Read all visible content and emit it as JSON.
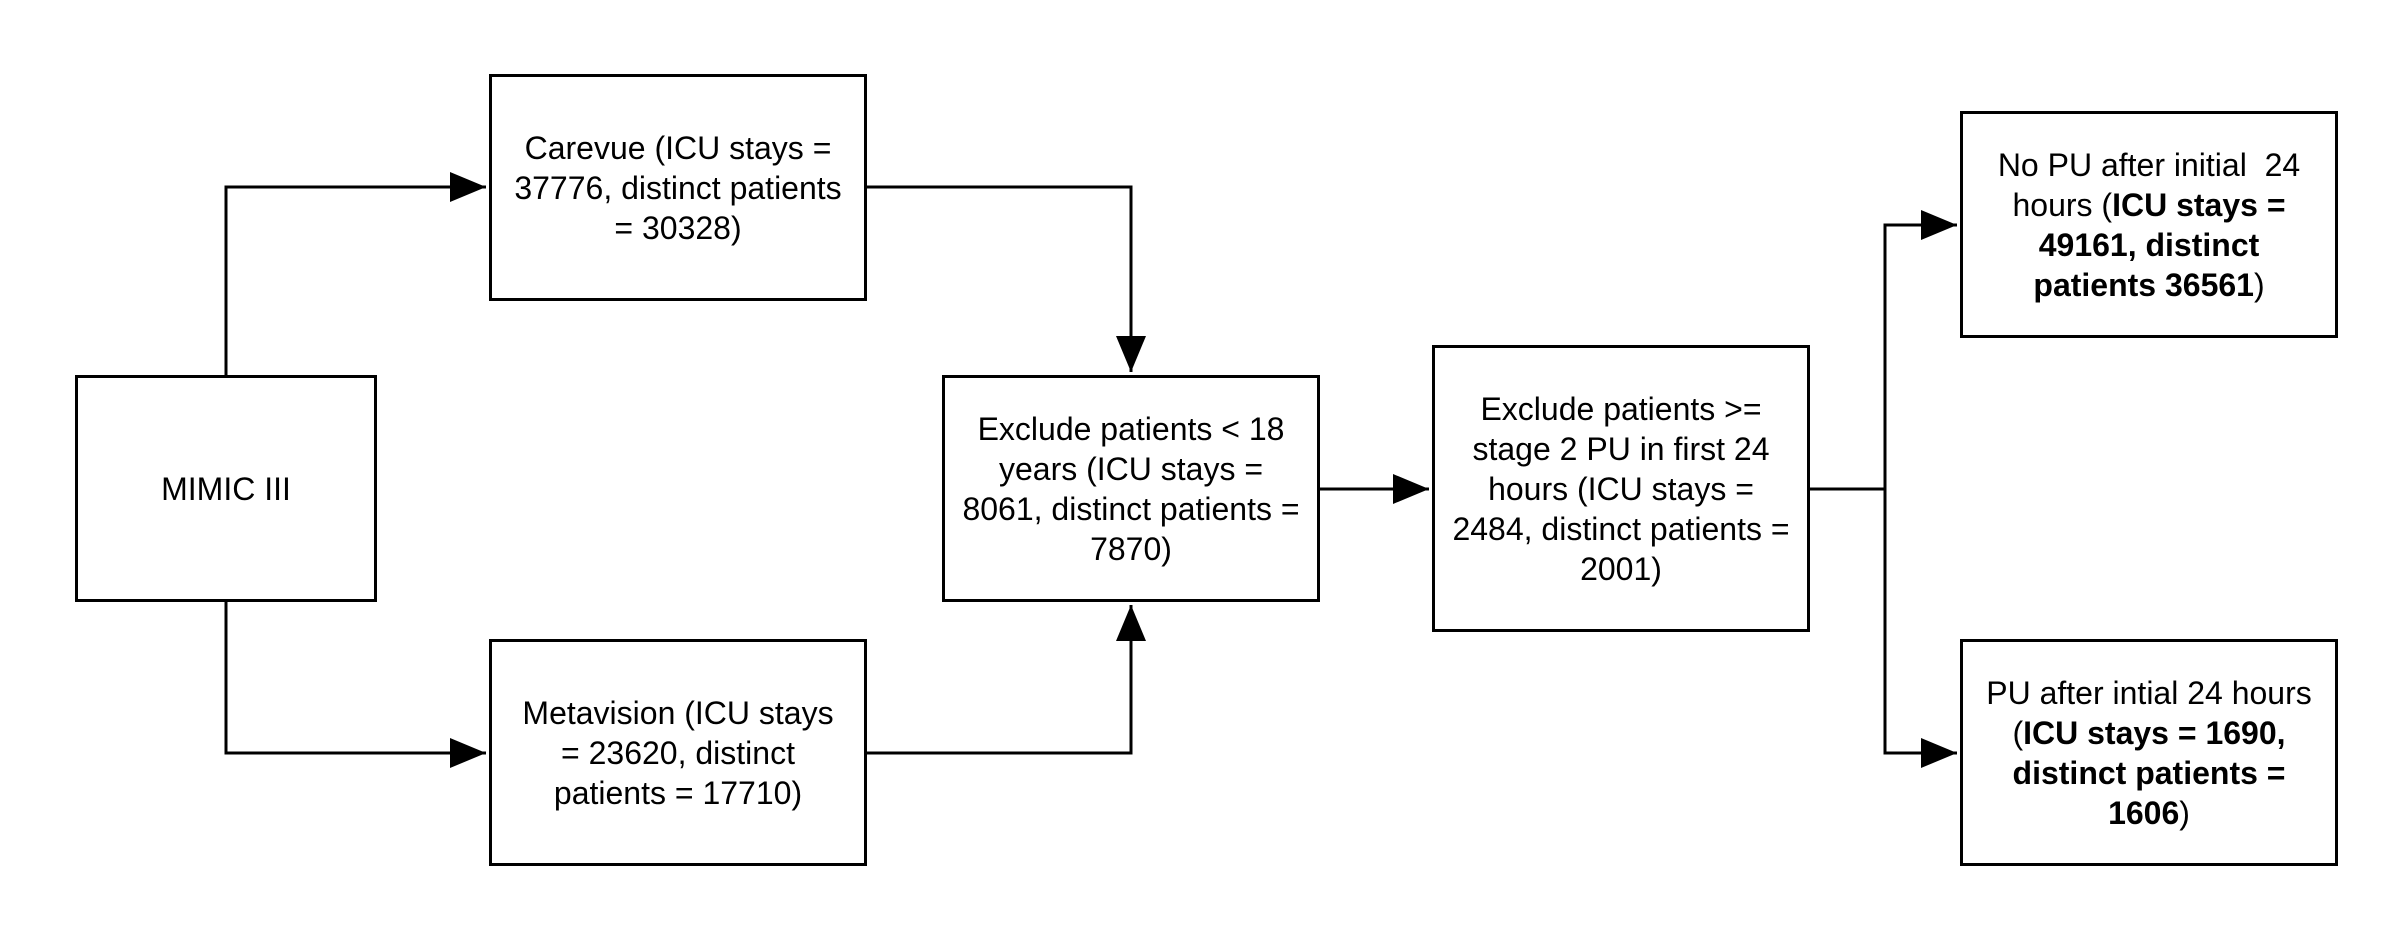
{
  "nodes": {
    "mimic": {
      "lines": [
        [
          {
            "t": "MIMIC III",
            "b": false
          }
        ]
      ]
    },
    "carevue": {
      "lines": [
        [
          {
            "t": "Carevue (ICU stays =",
            "b": false
          }
        ],
        [
          {
            "t": "37776, distinct patients",
            "b": false
          }
        ],
        [
          {
            "t": "= 30328)",
            "b": false
          }
        ]
      ]
    },
    "metavision": {
      "lines": [
        [
          {
            "t": "Metavision (ICU stays",
            "b": false
          }
        ],
        [
          {
            "t": "= 23620, distinct",
            "b": false
          }
        ],
        [
          {
            "t": "patients = 17710)",
            "b": false
          }
        ]
      ]
    },
    "age": {
      "lines": [
        [
          {
            "t": "Exclude patients < 18",
            "b": false
          }
        ],
        [
          {
            "t": "years (ICU stays =",
            "b": false
          }
        ],
        [
          {
            "t": "8061, distinct patients =",
            "b": false
          }
        ],
        [
          {
            "t": "7870)",
            "b": false
          }
        ]
      ]
    },
    "stage": {
      "lines": [
        [
          {
            "t": "Exclude patients >=",
            "b": false
          }
        ],
        [
          {
            "t": "stage 2 PU in first 24",
            "b": false
          }
        ],
        [
          {
            "t": "hours (ICU stays =",
            "b": false
          }
        ],
        [
          {
            "t": "2484, distinct patients =",
            "b": false
          }
        ],
        [
          {
            "t": "2001)",
            "b": false
          }
        ]
      ]
    },
    "nopu": {
      "lines": [
        [
          {
            "t": "No PU after initial  24",
            "b": false
          }
        ],
        [
          {
            "t": "hours (",
            "b": false
          },
          {
            "t": "ICU stays =",
            "b": true
          }
        ],
        [
          {
            "t": "49161, distinct",
            "b": true
          }
        ],
        [
          {
            "t": "patients 36561",
            "b": true
          },
          {
            "t": ")",
            "b": false
          }
        ]
      ]
    },
    "pu": {
      "lines": [
        [
          {
            "t": "PU after intial 24 hours",
            "b": false
          }
        ],
        [
          {
            "t": "(",
            "b": false
          },
          {
            "t": "ICU stays = 1690,",
            "b": true
          }
        ],
        [
          {
            "t": "distinct patients =",
            "b": true
          }
        ],
        [
          {
            "t": "1606",
            "b": true
          },
          {
            "t": ")",
            "b": false
          }
        ]
      ]
    }
  }
}
